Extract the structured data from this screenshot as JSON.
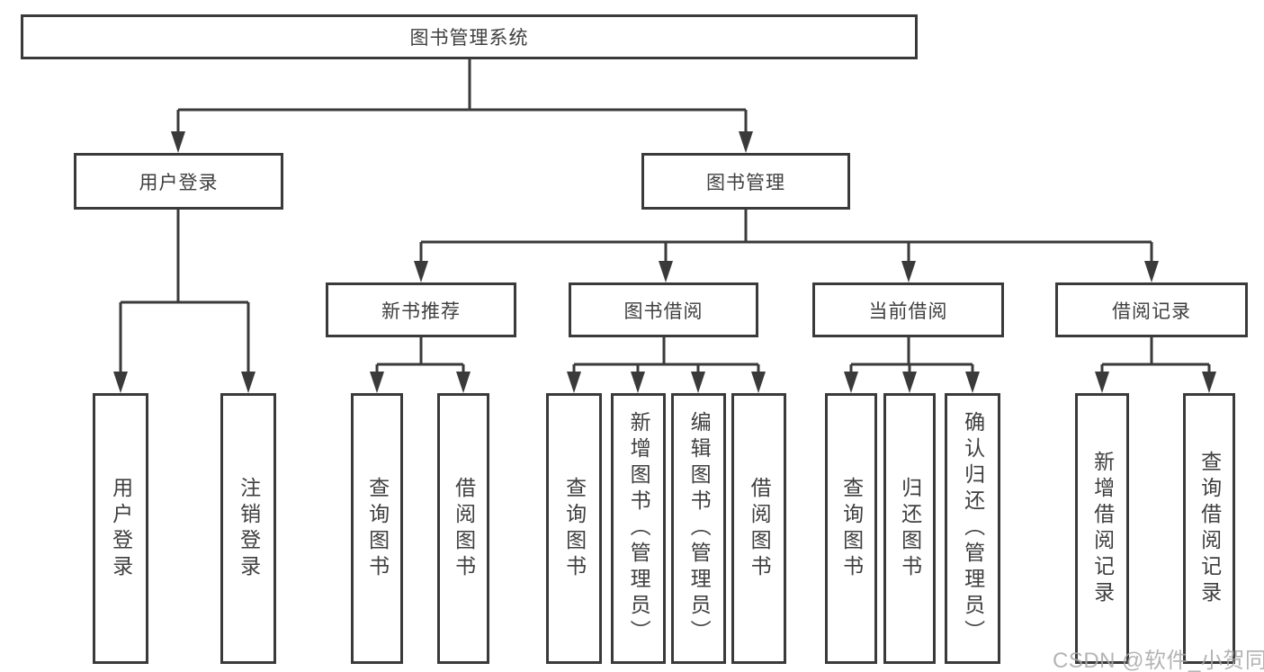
{
  "tree": {
    "root": "图书管理系统",
    "branches": [
      {
        "label": "用户登录",
        "children": [
          {
            "label": "用户登录"
          },
          {
            "label": "注销登录"
          }
        ]
      },
      {
        "label": "图书管理",
        "children": [
          {
            "label": "新书推荐",
            "children": [
              {
                "label": "查询图书"
              },
              {
                "label": "借阅图书"
              }
            ]
          },
          {
            "label": "图书借阅",
            "children": [
              {
                "label": "查询图书"
              },
              {
                "label": "新增图书（管理员）"
              },
              {
                "label": "编辑图书（管理员）"
              },
              {
                "label": "借阅图书"
              }
            ]
          },
          {
            "label": "当前借阅",
            "children": [
              {
                "label": "查询图书"
              },
              {
                "label": "归还图书"
              },
              {
                "label": "确认归还（管理员）"
              }
            ]
          },
          {
            "label": "借阅记录",
            "children": [
              {
                "label": "新增借阅记录"
              },
              {
                "label": "查询借阅记录"
              }
            ]
          }
        ]
      }
    ]
  },
  "colors": {
    "line": "#3a3a3a",
    "text": "#3f3f3f",
    "background": "#ffffff",
    "watermark": "#a8a8a8"
  },
  "watermark": "CSDN @软件_小贺同学"
}
